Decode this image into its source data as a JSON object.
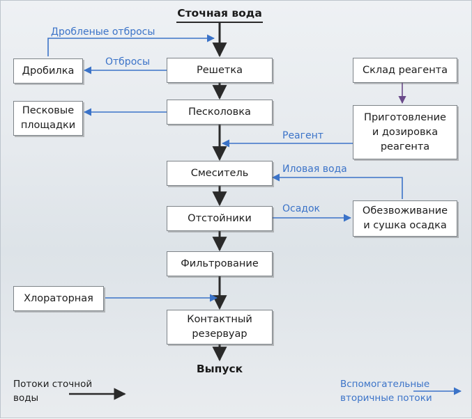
{
  "source_label": "Сточная вода",
  "outlet_label": "Выпуск",
  "boxes": {
    "screen": "Решетка",
    "sand_trap": "Песколовка",
    "mixer": "Смеситель",
    "settlers": "Отстойники",
    "filtration": "Фильтрование",
    "contact_tank": "Контактный\nрезервуар",
    "crusher": "Дробилка",
    "sand_pads": "Песковые\nплощадки",
    "chlorination": "Хлораторная",
    "reagent_store": "Склад реагента",
    "reagent_prep": "Приготовление\nи дозировка\nреагента",
    "dewatering": "Обезвоживание\nи сушка осадка"
  },
  "flows": {
    "crushed_waste": "Дробленые отбросы",
    "waste": "Отбросы",
    "reagent": "Реагент",
    "sludge_water": "Иловая вода",
    "sediment": "Осадок"
  },
  "legend": {
    "main": "Потоки сточной\nводы",
    "secondary": "Вспомогательные\nвторичные потоки"
  },
  "colors": {
    "main_flow": "#2a2a2a",
    "secondary_flow": "#3b73c8",
    "reagent_link": "#6a4a8a"
  }
}
